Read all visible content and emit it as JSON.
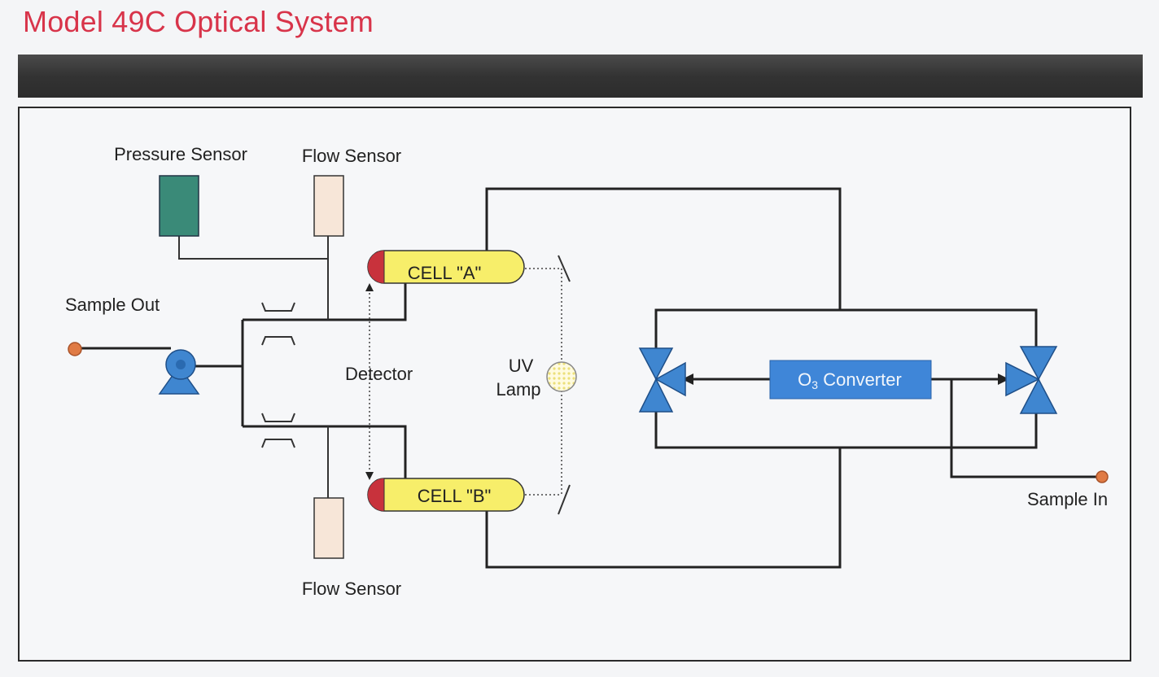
{
  "header": {
    "title": "Model 49C Optical System"
  },
  "diagram": {
    "labels": {
      "pressure_sensor": "Pressure Sensor",
      "flow_sensor_top": "Flow Sensor",
      "flow_sensor_bottom": "Flow Sensor",
      "sample_out": "Sample Out",
      "detector": "Detector",
      "uv": "UV",
      "lamp": "Lamp",
      "cell_a": "CELL \"A\"",
      "cell_b": "CELL \"B\"",
      "converter_main": "O",
      "converter_sub": "3",
      "converter_rest": " Converter",
      "sample_in": "Sample In"
    },
    "colors": {
      "title": "#d8344a",
      "pressure_sensor": "#3a8a78",
      "flow_sensor": "#f7e6d8",
      "cell_fill": "#f7ee6a",
      "cell_cap": "#c8323c",
      "valve": "#3f86d0",
      "converter": "#3f86d8",
      "port": "#e07b45",
      "line": "#222222"
    }
  }
}
